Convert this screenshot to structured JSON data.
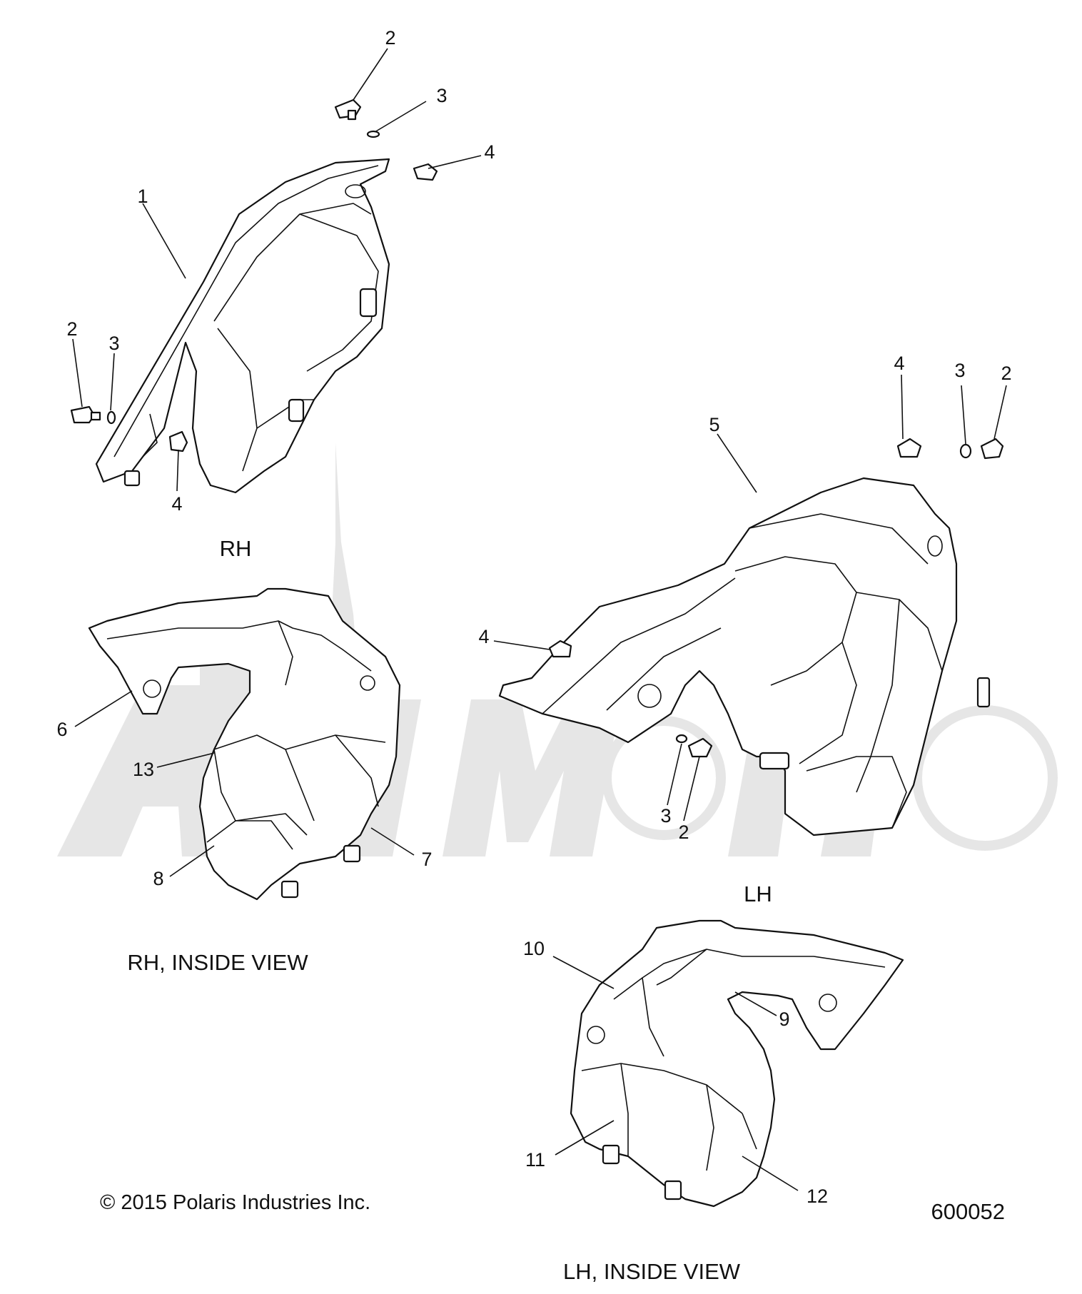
{
  "callouts": {
    "c1": "1",
    "c2a": "2",
    "c2b": "2",
    "c2c": "2",
    "c2d": "2",
    "c3a": "3",
    "c3b": "3",
    "c3c": "3",
    "c3d": "3",
    "c4a": "4",
    "c4b": "4",
    "c4c": "4",
    "c4d": "4",
    "c5": "5",
    "c6": "6",
    "c7": "7",
    "c8": "8",
    "c9": "9",
    "c10": "10",
    "c11": "11",
    "c12": "12",
    "c13": "13"
  },
  "captions": {
    "rh": "RH",
    "lh": "LH",
    "rh_inside": "RH, INSIDE VIEW",
    "lh_inside": "LH, INSIDE VIEW"
  },
  "copyright": "© 2015 Polaris Industries Inc.",
  "figure_number": "600052",
  "colors": {
    "line": "#111111",
    "watermark": "#e6e6e6",
    "background": "#ffffff"
  }
}
